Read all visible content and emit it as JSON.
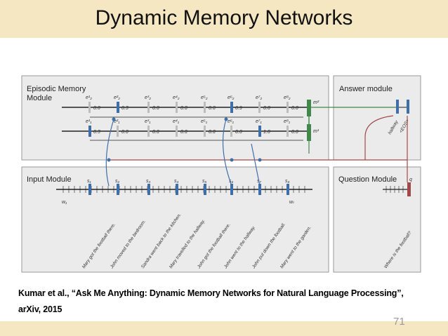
{
  "slide": {
    "title": "Dynamic Memory Networks",
    "citation_line1": "Kumar et al., “Ask Me Anything: Dynamic Memory Networks for Natural Language Processing”,",
    "citation_line2": "arXiv, 2015",
    "page_number": "71"
  },
  "diagram": {
    "episodic_label_1": "Episodic Memory",
    "episodic_label_2": "Module",
    "answer_label": "Answer module",
    "input_label": "Input Module",
    "question_label": "Question Module",
    "top_row_labels": [
      "e¹₂",
      "e²₂",
      "e³₂",
      "e⁴₂",
      "e⁵₂",
      "e⁶₂",
      "e⁷₂",
      "e⁸₂"
    ],
    "top_row_values": [
      "0.0",
      "0.3",
      "0.0",
      "0.0",
      "0.0",
      "0.9",
      "0.0",
      "0.0"
    ],
    "bottom_row_labels": [
      "e¹₁",
      "e²₁",
      "e³₁",
      "e⁴₁",
      "e⁵₁",
      "e⁶₁",
      "e⁷₁",
      "e⁸₁"
    ],
    "bottom_row_values": [
      "0.3",
      "0.0",
      "0.0",
      "0.0",
      "0.0",
      "0.0",
      "1.0",
      "0.0"
    ],
    "memory_top": "m²",
    "memory_bottom": "m¹",
    "input_states": [
      "s₁",
      "s₂",
      "s₃",
      "s₄",
      "s₅",
      "s₆",
      "s₇",
      "s₈"
    ],
    "w1": "w₁",
    "wT": "wₜ",
    "q": "q",
    "answers": [
      "hallway",
      "<EOS>"
    ],
    "sentences": [
      "Mary got the football there.",
      "John moved to the bedroom.",
      "Sandra went back to the kitchen.",
      "Mary travelled to the hallway.",
      "John got the football there.",
      "John went to the hallway.",
      "John put down the football.",
      "Mary went to the garden."
    ],
    "question": "Where is the football?"
  },
  "colors": {
    "header_bg": "#f6e7c3",
    "module_bg": "#ebebeb",
    "blue": "#3f6fa8",
    "green": "#3f8a4a",
    "red": "#a34848"
  }
}
